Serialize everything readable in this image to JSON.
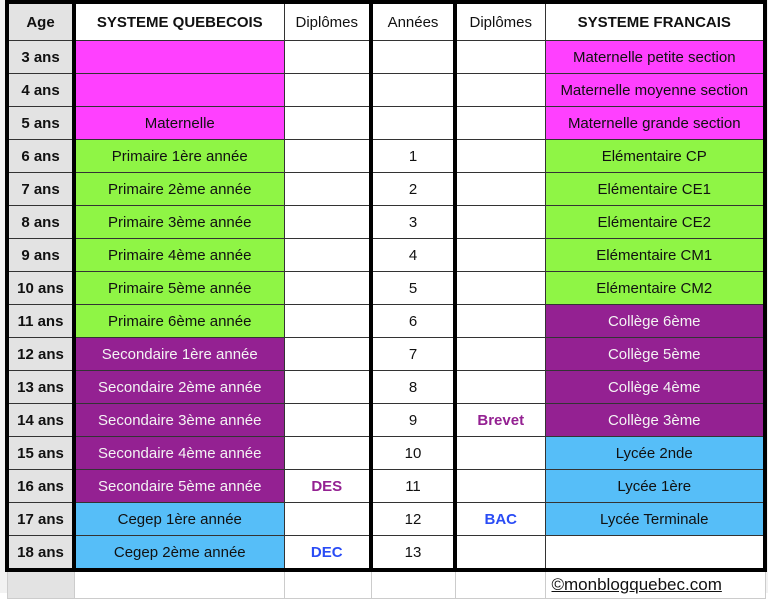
{
  "colors": {
    "magenta": "#ff40ff",
    "green": "#8ff545",
    "purple": "#942192",
    "blue": "#56bef8",
    "dip_purple": "#942192",
    "dip_blue": "#2a4cf5"
  },
  "headers": {
    "age": "Age",
    "qc": "SYSTEME QUEBECOIS",
    "dip_qc": "Diplômes",
    "annees": "Années",
    "dip_fr": "Diplômes",
    "fr": "SYSTEME FRANCAIS"
  },
  "rows": [
    {
      "age": "3 ans",
      "qc": "",
      "qc_color": "magenta",
      "dip_qc": "",
      "annee": "",
      "dip_fr": "",
      "fr": "Maternelle petite section",
      "fr_color": "magenta"
    },
    {
      "age": "4 ans",
      "qc": "",
      "qc_color": "magenta",
      "dip_qc": "",
      "annee": "",
      "dip_fr": "",
      "fr": "Maternelle moyenne section",
      "fr_color": "magenta"
    },
    {
      "age": "5 ans",
      "qc": "Maternelle",
      "qc_color": "magenta",
      "dip_qc": "",
      "annee": "",
      "dip_fr": "",
      "fr": "Maternelle grande section",
      "fr_color": "magenta"
    },
    {
      "age": "6 ans",
      "qc": "Primaire 1ère année",
      "qc_color": "green",
      "dip_qc": "",
      "annee": "1",
      "dip_fr": "",
      "fr": "Elémentaire CP",
      "fr_color": "green"
    },
    {
      "age": "7 ans",
      "qc": "Primaire 2ème année",
      "qc_color": "green",
      "dip_qc": "",
      "annee": "2",
      "dip_fr": "",
      "fr": "Elémentaire CE1",
      "fr_color": "green"
    },
    {
      "age": "8 ans",
      "qc": "Primaire 3ème année",
      "qc_color": "green",
      "dip_qc": "",
      "annee": "3",
      "dip_fr": "",
      "fr": "Elémentaire CE2",
      "fr_color": "green"
    },
    {
      "age": "9 ans",
      "qc": "Primaire 4ème année",
      "qc_color": "green",
      "dip_qc": "",
      "annee": "4",
      "dip_fr": "",
      "fr": "Elémentaire CM1",
      "fr_color": "green"
    },
    {
      "age": "10 ans",
      "qc": "Primaire 5ème année",
      "qc_color": "green",
      "dip_qc": "",
      "annee": "5",
      "dip_fr": "",
      "fr": "Elémentaire CM2",
      "fr_color": "green"
    },
    {
      "age": "11 ans",
      "qc": "Primaire 6ème année",
      "qc_color": "green",
      "dip_qc": "",
      "annee": "6",
      "dip_fr": "",
      "fr": "Collège 6ème",
      "fr_color": "purple"
    },
    {
      "age": "12 ans",
      "qc": "Secondaire 1ère année",
      "qc_color": "purple",
      "dip_qc": "",
      "annee": "7",
      "dip_fr": "",
      "fr": "Collège 5ème",
      "fr_color": "purple"
    },
    {
      "age": "13 ans",
      "qc": "Secondaire 2ème année",
      "qc_color": "purple",
      "dip_qc": "",
      "annee": "8",
      "dip_fr": "",
      "fr": "Collège 4ème",
      "fr_color": "purple"
    },
    {
      "age": "14 ans",
      "qc": "Secondaire 3ème année",
      "qc_color": "purple",
      "dip_qc": "",
      "annee": "9",
      "dip_fr": "Brevet",
      "dip_fr_color": "dip_purple",
      "fr": "Collège 3ème",
      "fr_color": "purple"
    },
    {
      "age": "15 ans",
      "qc": "Secondaire 4ème année",
      "qc_color": "purple",
      "dip_qc": "",
      "annee": "10",
      "dip_fr": "",
      "fr": "Lycée 2nde",
      "fr_color": "blue"
    },
    {
      "age": "16 ans",
      "qc": "Secondaire 5ème année",
      "qc_color": "purple",
      "dip_qc": "DES",
      "dip_qc_color": "dip_purple",
      "annee": "11",
      "dip_fr": "",
      "fr": "Lycée 1ère",
      "fr_color": "blue"
    },
    {
      "age": "17 ans",
      "qc": "Cegep 1ère année",
      "qc_color": "blue",
      "dip_qc": "",
      "annee": "12",
      "dip_fr": "BAC",
      "dip_fr_color": "dip_blue",
      "fr": "Lycée Terminale",
      "fr_color": "blue"
    },
    {
      "age": "18 ans",
      "qc": "Cegep 2ème année",
      "qc_color": "blue",
      "dip_qc": "DEC",
      "dip_qc_color": "dip_blue",
      "annee": "13",
      "dip_fr": "",
      "fr": "",
      "fr_color": ""
    }
  ],
  "footer": {
    "copyright": "©monblogquebec.com"
  }
}
